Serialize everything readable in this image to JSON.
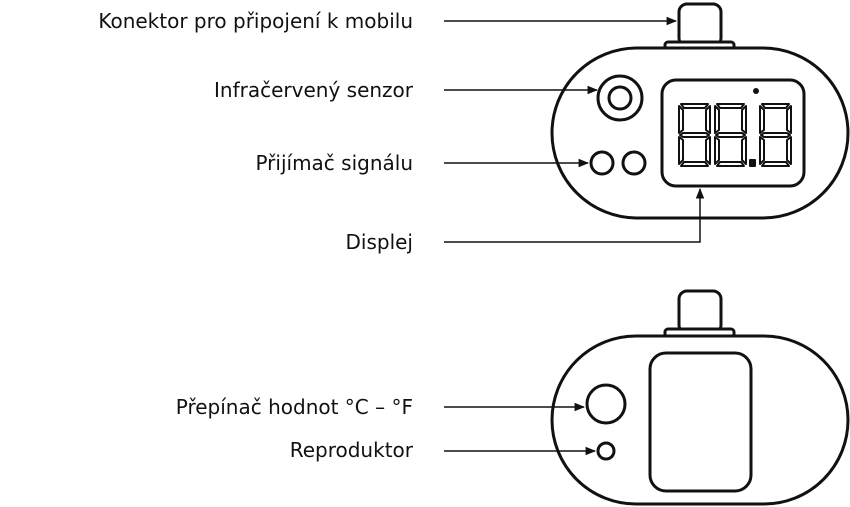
{
  "labels": {
    "connector": "Konektor pro připojení k mobilu",
    "ir_sensor": "Infračervený senzor",
    "signal_receiver": "Přijímač signálu",
    "display": "Displej",
    "unit_switch": "Přepínač hodnot °C – °F",
    "speaker": "Reproduktor"
  },
  "display_readout": "88.8",
  "colors": {
    "line": "#111111",
    "background": "#ffffff"
  }
}
